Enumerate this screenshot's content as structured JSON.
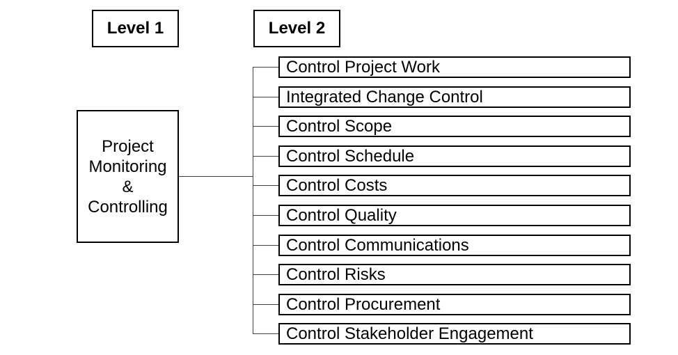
{
  "diagram": {
    "headers": {
      "level1": "Level 1",
      "level2": "Level 2"
    },
    "root": {
      "label": "Project Monitoring & Controlling",
      "lines": [
        "Project",
        "Monitoring",
        "&",
        "Controlling"
      ]
    },
    "items": [
      "Control Project Work",
      "Integrated Change Control",
      "Control Scope",
      "Control Schedule",
      "Control Costs",
      "Control Quality",
      "Control Communications",
      "Control Risks",
      "Control Procurement",
      "Control Stakeholder Engagement"
    ],
    "colors": {
      "border": "#000000",
      "connector": "#404040",
      "background": "#ffffff",
      "text": "#000000"
    }
  }
}
